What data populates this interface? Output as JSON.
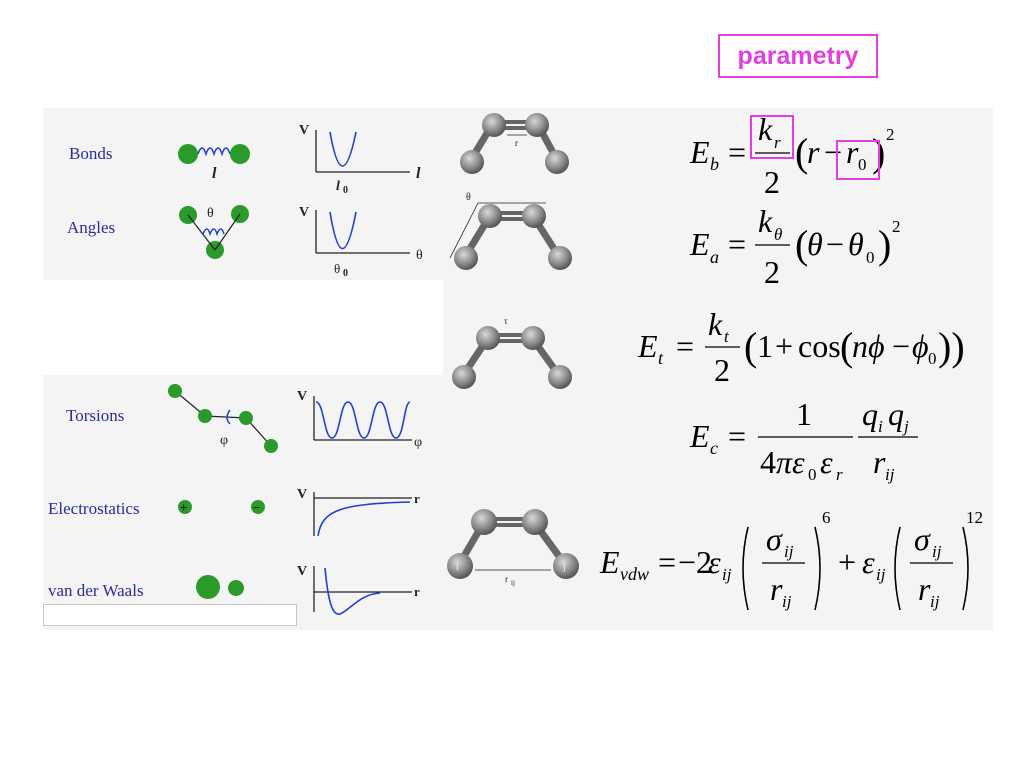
{
  "header": {
    "param_label": "parametry"
  },
  "terms": [
    {
      "label": "Bonds",
      "axis_y": "V",
      "axis_x": "l",
      "min_label": "l",
      "min_sub": "0"
    },
    {
      "label": "Angles",
      "axis_y": "V",
      "axis_x": "θ",
      "min_label": "θ",
      "min_sub": "0"
    },
    {
      "label": "Torsions",
      "axis_y": "V",
      "axis_x": "φ"
    },
    {
      "label": "Electrostatics",
      "axis_y": "V",
      "axis_x": "r"
    },
    {
      "label": "van der Waals",
      "axis_y": "V",
      "axis_x": "r"
    }
  ],
  "icons": {
    "bond_l": "l",
    "angle_theta": "θ",
    "torsion_phi": "φ",
    "plus": "+",
    "minus": "−"
  },
  "molecules": {
    "bond_r": "r",
    "angle_theta": "θ",
    "torsion_tau": "τ",
    "atom_i": "i",
    "atom_j": "j",
    "dist_rij": "r",
    "dist_rij_sub": "ij"
  },
  "colors": {
    "atom_green": "#2a9a2a",
    "curve_blue": "#2040d0",
    "label_blue": "#2a2aa0",
    "highlight": "#e040e0",
    "atom_gray": "#8c8c8c"
  }
}
